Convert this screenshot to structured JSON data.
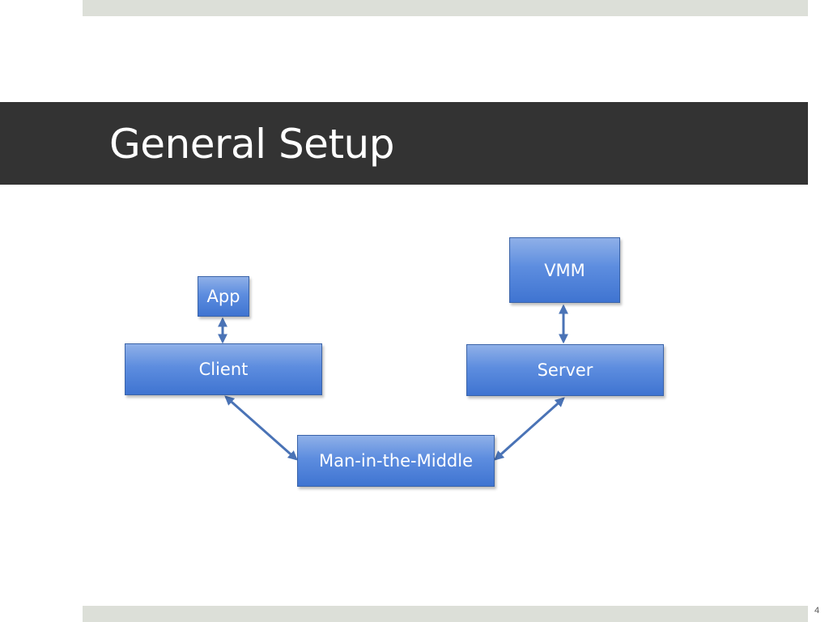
{
  "slide": {
    "title": "General Setup",
    "page_number": "4"
  },
  "diagram": {
    "nodes": {
      "app": "App",
      "client": "Client",
      "vmm": "VMM",
      "server": "Server",
      "mitm": "Man-in-the-Middle"
    },
    "edges": [
      [
        "app",
        "client"
      ],
      [
        "vmm",
        "server"
      ],
      [
        "client",
        "mitm"
      ],
      [
        "server",
        "mitm"
      ]
    ],
    "colors": {
      "node_fill": "#5d8ddf",
      "arrow": "#4a73b6",
      "title_bar": "#333333"
    }
  }
}
